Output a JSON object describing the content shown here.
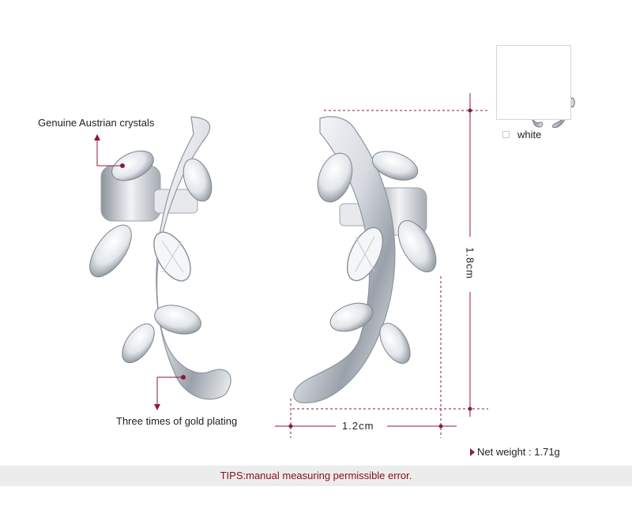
{
  "annotations": {
    "crystals": "Genuine Austrian crystals",
    "plating": "Three times of gold plating"
  },
  "dimensions": {
    "height": "1.8cm",
    "width": "1.2cm"
  },
  "variant": {
    "color_name": "white"
  },
  "net_weight": "Net weight : 1.71g",
  "tips": "TIPS:manual measuring permissible error.",
  "colors": {
    "leader_line": "#8b1a3a",
    "tips_text": "#8a1020",
    "metal": "#d9dde3"
  }
}
